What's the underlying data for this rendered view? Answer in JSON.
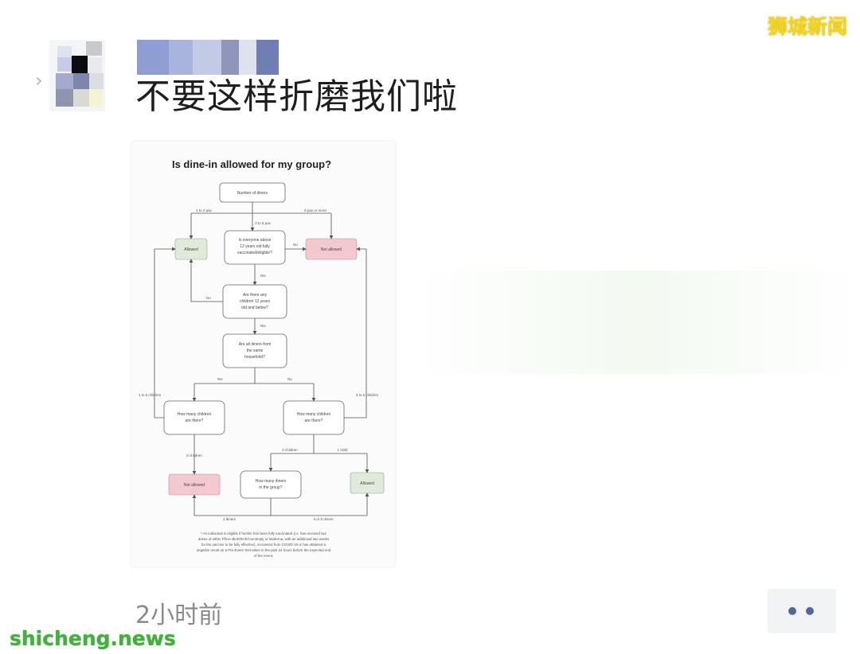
{
  "post": {
    "text": "不要这样折磨我们啦",
    "timestamp": "2小时前"
  },
  "watermarks": {
    "top_right": "狮城新闻",
    "bottom_left": "shicheng.news"
  },
  "flowchart": {
    "title": "Is dine-in allowed for my group?",
    "nodes": {
      "start": "Number of diners",
      "q_age_1": "Is everyone above",
      "q_age_2": "12 years old fully",
      "q_age_3": "vaccinated/eligible?",
      "allowed_top": "Allowed",
      "not_allowed_top": "Not allowed",
      "q_children_1": "Are there any",
      "q_children_2": "children 12 years",
      "q_children_3": "old and below?",
      "q_household_1": "Are all diners from",
      "q_household_2": "the same",
      "q_household_3": "household?",
      "q_howmany_left_1": "How many children",
      "q_howmany_left_2": "are there?",
      "q_howmany_right_1": "How many children",
      "q_howmany_right_2": "are there?",
      "not_allowed_bottom": "Not allowed",
      "q_diners_1": "How many diners",
      "q_diners_2": "in the group?",
      "allowed_bottom": "Allowed"
    },
    "edges": {
      "one_two_pax": "1 to 2 pax",
      "three_to_five_pax": "3 to 5 pax",
      "six_or_more": "6 pax or more",
      "no_1": "No",
      "yes_1": "Yes",
      "no_2": "No",
      "yes_2": "Yes",
      "yes_3": "Yes",
      "no_3": "No",
      "left_children": "1 to 5 children",
      "right_children": "3 to 5 children",
      "five_children": "5 children",
      "two_children": "2 children",
      "one_child": "1 child",
      "three_diners": "3 diners",
      "four_five_diners": "4 or 5 diners"
    },
    "footnote": [
      "* An individual is eligible if he/she has been fully vaccinated (i.e. has received two",
      "doses of either Pfizer-BioNTech/Comirnaty or Moderna, with an additional two weeks",
      "for the vaccine to be fully effective), recovered from COVID-19 or has obtained a",
      "negative result on a Pre-Event Test taken in the past 24 hours before the expected end",
      "of the event."
    ]
  },
  "colors": {
    "allowed_fill": "#dfeadb",
    "not_allowed_fill": "#f3c9cf",
    "more_dots": "#4e6a9c",
    "watermark_top": "#f3d51c",
    "watermark_bottom": "#3fb23a"
  },
  "icons": {
    "more": "more-dots-icon"
  }
}
